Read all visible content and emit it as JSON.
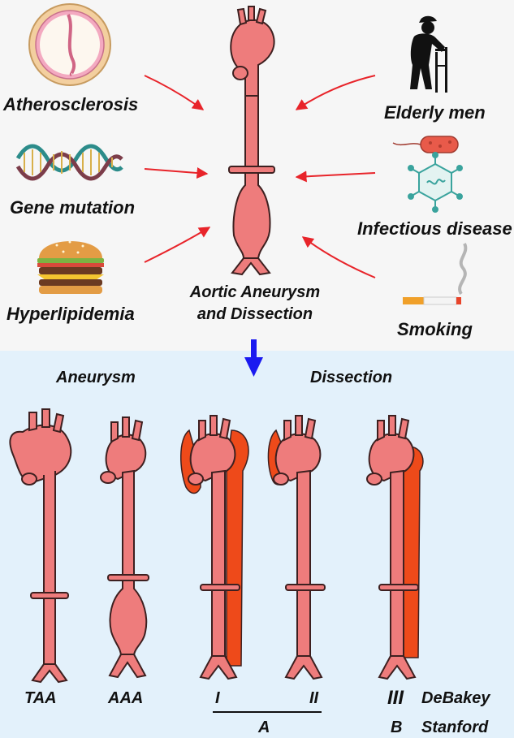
{
  "risk_factors": {
    "left": [
      "Atherosclerosis",
      "Gene mutation",
      "Hyperlipidemia"
    ],
    "right": [
      "Elderly men",
      "Infectious disease",
      "Smoking"
    ]
  },
  "center_title": {
    "line1": "Aortic Aneurysm",
    "line2": "and Dissection"
  },
  "sections": {
    "aneurysm": "Aneurysm",
    "dissection": "Dissection"
  },
  "types": {
    "taa": "TAA",
    "aaa": "AAA",
    "one": "I",
    "two": "II",
    "three": "III"
  },
  "classification": {
    "debakey": "DeBakey",
    "a": "A",
    "b": "B",
    "stanford": "Stanford"
  },
  "colors": {
    "aorta_fill": "#ee7c7c",
    "aorta_stroke": "#3d2020",
    "dissection_fill": "#ee4a1a",
    "arrow_red": "#e8242a",
    "arrow_blue": "#1a1af0",
    "top_background": "#f6f6f6",
    "bottom_background": "#e3f1fb"
  }
}
